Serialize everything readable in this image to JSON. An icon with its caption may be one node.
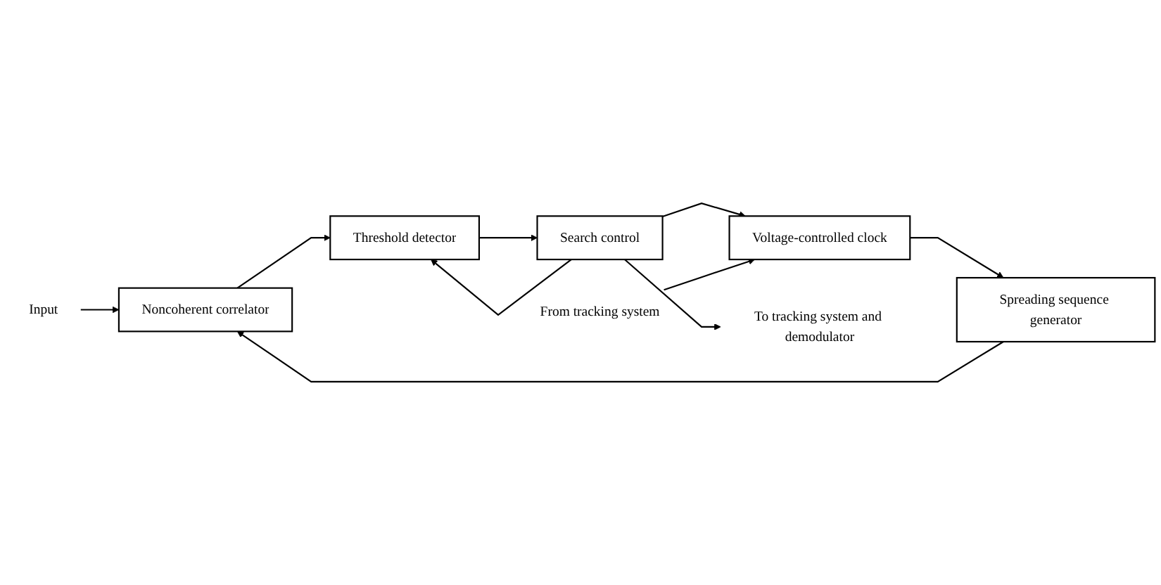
{
  "diagram": {
    "nodes": [
      {
        "text": [
          "Input"
        ]
      },
      {
        "text": [
          "Noncoherent correlator"
        ]
      },
      {
        "text": [
          "Threshold detector"
        ]
      },
      {
        "text": [
          "Spreading sequence generator"
        ]
      },
      {
        "text": [
          "Voltage-controlled clock"
        ]
      },
      {
        "text": [
          "Search control"
        ]
      },
      {
        "text": [
          "From tracking system"
        ]
      },
      {
        "text": [
          "To tracking system and demodulator"
        ]
      }
    ],
    "edges": [
      {
        "from": 0,
        "to": 1,
        "arrow": "to"
      },
      {
        "from": 1,
        "to": 2,
        "arrow": "to"
      },
      {
        "from": 2,
        "to": 5,
        "arrow": "to"
      },
      {
        "from": 5,
        "to": 2,
        "arrow": "to"
      },
      {
        "from": 5,
        "to": 4,
        "arrow": "to"
      },
      {
        "from": 4,
        "to": 3,
        "arrow": "to"
      },
      {
        "from": 3,
        "to": 1,
        "arrow": "to"
      },
      {
        "from": 6,
        "to": 4,
        "arrow": "to"
      },
      {
        "from": 5,
        "to": 7,
        "arrow": "to"
      }
    ]
  }
}
